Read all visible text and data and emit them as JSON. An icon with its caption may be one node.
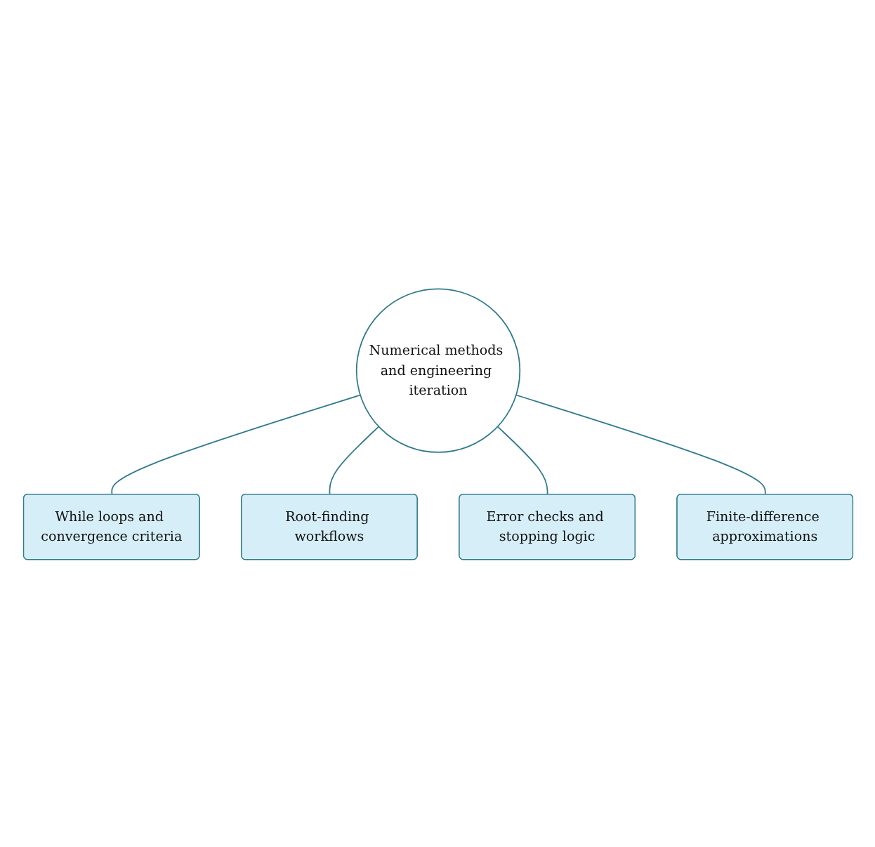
{
  "diagram": {
    "nodes": [
      {
        "text": [
          "Numerical methods and engineering iteration"
        ]
      },
      {
        "text": [
          "While loops and convergence criteria"
        ]
      },
      {
        "text": [
          "Root-finding workflows"
        ]
      },
      {
        "text": [
          "Error checks and stopping logic"
        ]
      },
      {
        "text": [
          "Finite-difference approximations"
        ]
      }
    ],
    "edges": [
      {
        "from": 0,
        "to": 1,
        "arrow": "none"
      },
      {
        "from": 0,
        "to": 2,
        "arrow": "none"
      },
      {
        "from": 0,
        "to": 3,
        "arrow": "none"
      },
      {
        "from": 0,
        "to": 4,
        "arrow": "none"
      }
    ]
  }
}
